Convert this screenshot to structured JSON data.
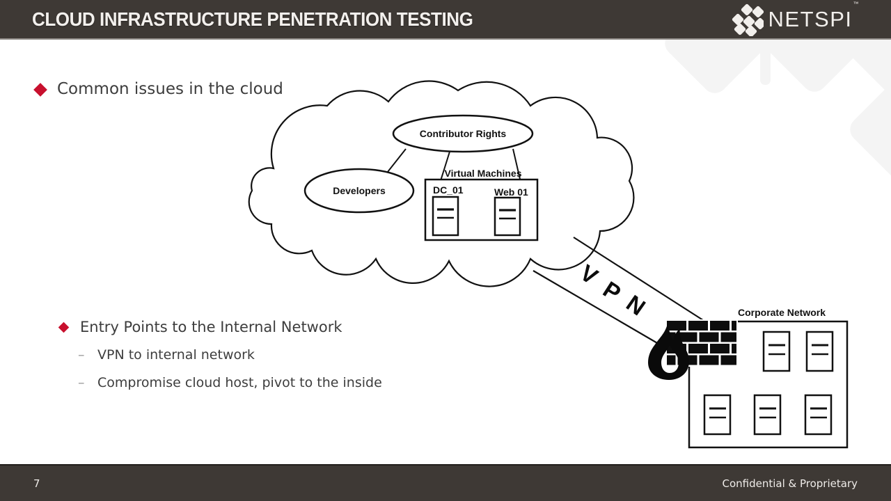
{
  "header": {
    "title": "CLOUD INFRASTRUCTURE PENETRATION TESTING",
    "logo_text": "NETSPI",
    "logo_tm": "™"
  },
  "content": {
    "bullet1": "Common issues in the cloud",
    "bullet2": "Entry Points to the Internal Network",
    "sub_marker": "–",
    "sub1": "VPN to internal network",
    "sub2": "Compromise cloud host, pivot to the inside"
  },
  "diagram": {
    "contributor_rights": "Contributor Rights",
    "developers": "Developers",
    "virtual_machines": "Virtual Machines",
    "vm1": "DC_01",
    "vm2": "Web 01",
    "vpn": [
      "V",
      "P",
      "N"
    ],
    "corporate_network": "Corporate Network"
  },
  "footer": {
    "page": "7",
    "note": "Confidential & Proprietary"
  },
  "colors": {
    "bar_background": "#3E3935",
    "accent_red": "#C8102E",
    "body_text": "#3D3D3D",
    "diagram_line": "#111111",
    "watermark": "#F4F4F4"
  }
}
